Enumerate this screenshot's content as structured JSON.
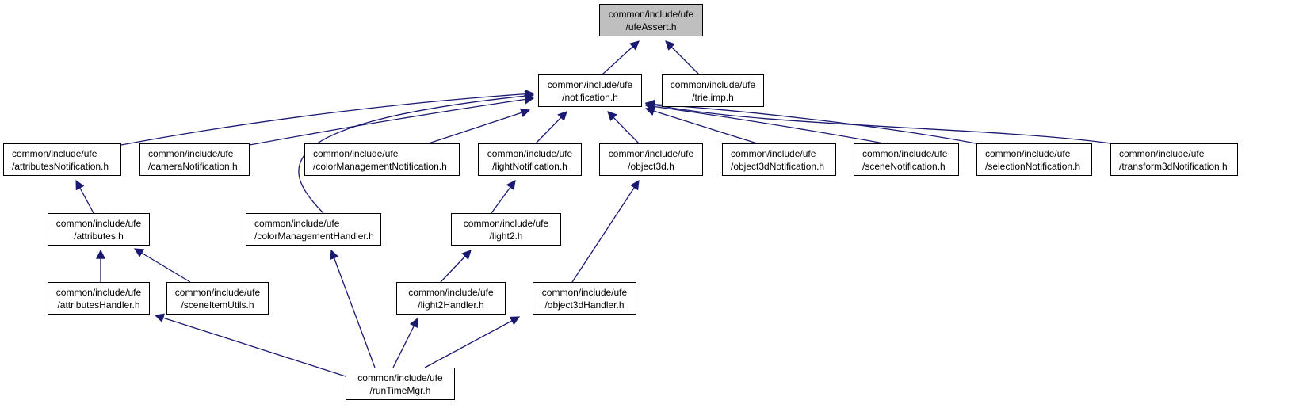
{
  "diagram": {
    "type": "include-dependency-graph",
    "edge_color": "#191970",
    "root_fill": "#bfbfbf",
    "nodes": [
      {
        "id": "ufeAssert",
        "line1": "common/include/ufe",
        "line2": "/ufeAssert.h",
        "root": true
      },
      {
        "id": "notification",
        "line1": "common/include/ufe",
        "line2": "/notification.h"
      },
      {
        "id": "trie_imp",
        "line1": "common/include/ufe",
        "line2": "/trie.imp.h"
      },
      {
        "id": "attributesNotification",
        "line1": "common/include/ufe",
        "line2": "/attributesNotification.h"
      },
      {
        "id": "cameraNotification",
        "line1": "common/include/ufe",
        "line2": "/cameraNotification.h"
      },
      {
        "id": "colorManagementNotification",
        "line1": "common/include/ufe",
        "line2": "/colorManagementNotification.h"
      },
      {
        "id": "lightNotification",
        "line1": "common/include/ufe",
        "line2": "/lightNotification.h"
      },
      {
        "id": "object3d",
        "line1": "common/include/ufe",
        "line2": "/object3d.h"
      },
      {
        "id": "object3dNotification",
        "line1": "common/include/ufe",
        "line2": "/object3dNotification.h"
      },
      {
        "id": "sceneNotification",
        "line1": "common/include/ufe",
        "line2": "/sceneNotification.h"
      },
      {
        "id": "selectionNotification",
        "line1": "common/include/ufe",
        "line2": "/selectionNotification.h"
      },
      {
        "id": "transform3dNotification",
        "line1": "common/include/ufe",
        "line2": "/transform3dNotification.h"
      },
      {
        "id": "attributes",
        "line1": "common/include/ufe",
        "line2": "/attributes.h"
      },
      {
        "id": "colorManagementHandler",
        "line1": "common/include/ufe",
        "line2": "/colorManagementHandler.h"
      },
      {
        "id": "light2",
        "line1": "common/include/ufe",
        "line2": "/light2.h"
      },
      {
        "id": "attributesHandler",
        "line1": "common/include/ufe",
        "line2": "/attributesHandler.h"
      },
      {
        "id": "sceneItemUtils",
        "line1": "common/include/ufe",
        "line2": "/sceneItemUtils.h"
      },
      {
        "id": "light2Handler",
        "line1": "common/include/ufe",
        "line2": "/light2Handler.h"
      },
      {
        "id": "object3dHandler",
        "line1": "common/include/ufe",
        "line2": "/object3dHandler.h"
      },
      {
        "id": "runTimeMgr",
        "line1": "common/include/ufe",
        "line2": "/runTimeMgr.h"
      }
    ],
    "edges": [
      {
        "from": "notification",
        "to": "ufeAssert"
      },
      {
        "from": "trie_imp",
        "to": "ufeAssert"
      },
      {
        "from": "attributesNotification",
        "to": "notification"
      },
      {
        "from": "cameraNotification",
        "to": "notification"
      },
      {
        "from": "colorManagementHandler",
        "to": "notification"
      },
      {
        "from": "colorManagementNotification",
        "to": "notification"
      },
      {
        "from": "lightNotification",
        "to": "notification"
      },
      {
        "from": "object3d",
        "to": "notification"
      },
      {
        "from": "object3dNotification",
        "to": "notification"
      },
      {
        "from": "sceneNotification",
        "to": "notification"
      },
      {
        "from": "selectionNotification",
        "to": "notification"
      },
      {
        "from": "transform3dNotification",
        "to": "notification"
      },
      {
        "from": "attributes",
        "to": "attributesNotification"
      },
      {
        "from": "light2",
        "to": "lightNotification"
      },
      {
        "from": "object3dHandler",
        "to": "object3d"
      },
      {
        "from": "attributesHandler",
        "to": "attributes"
      },
      {
        "from": "sceneItemUtils",
        "to": "attributes"
      },
      {
        "from": "light2Handler",
        "to": "light2"
      },
      {
        "from": "runTimeMgr",
        "to": "attributesHandler"
      },
      {
        "from": "runTimeMgr",
        "to": "colorManagementHandler"
      },
      {
        "from": "runTimeMgr",
        "to": "light2Handler"
      },
      {
        "from": "runTimeMgr",
        "to": "object3dHandler"
      }
    ]
  }
}
